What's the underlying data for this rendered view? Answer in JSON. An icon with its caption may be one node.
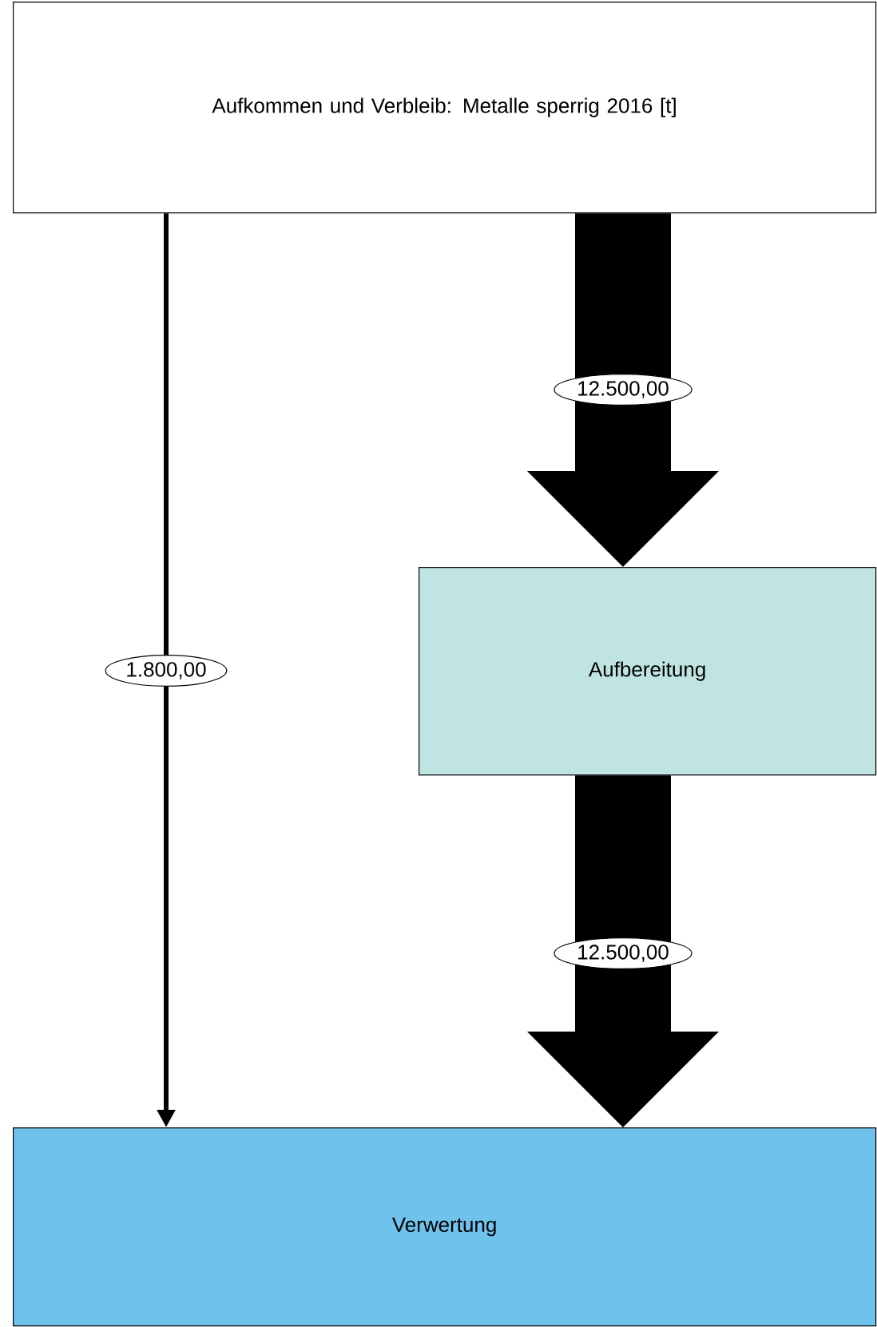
{
  "diagram": {
    "nodes": [
      {
        "text": [
          "Aufkommen und Verbleib: Metalle sperrig 2016 [t]"
        ]
      },
      {
        "text": [
          "Aufbereitung"
        ]
      },
      {
        "text": [
          "Verwertung"
        ]
      }
    ],
    "edges": [
      {
        "from": 0,
        "to": 1,
        "arrow": "to",
        "label": "12.500,00",
        "style": "thick"
      },
      {
        "from": 0,
        "to": 2,
        "arrow": "to",
        "label": "1.800,00"
      },
      {
        "from": 1,
        "to": 2,
        "arrow": "to",
        "label": "12.500,00",
        "style": "thick"
      }
    ]
  }
}
